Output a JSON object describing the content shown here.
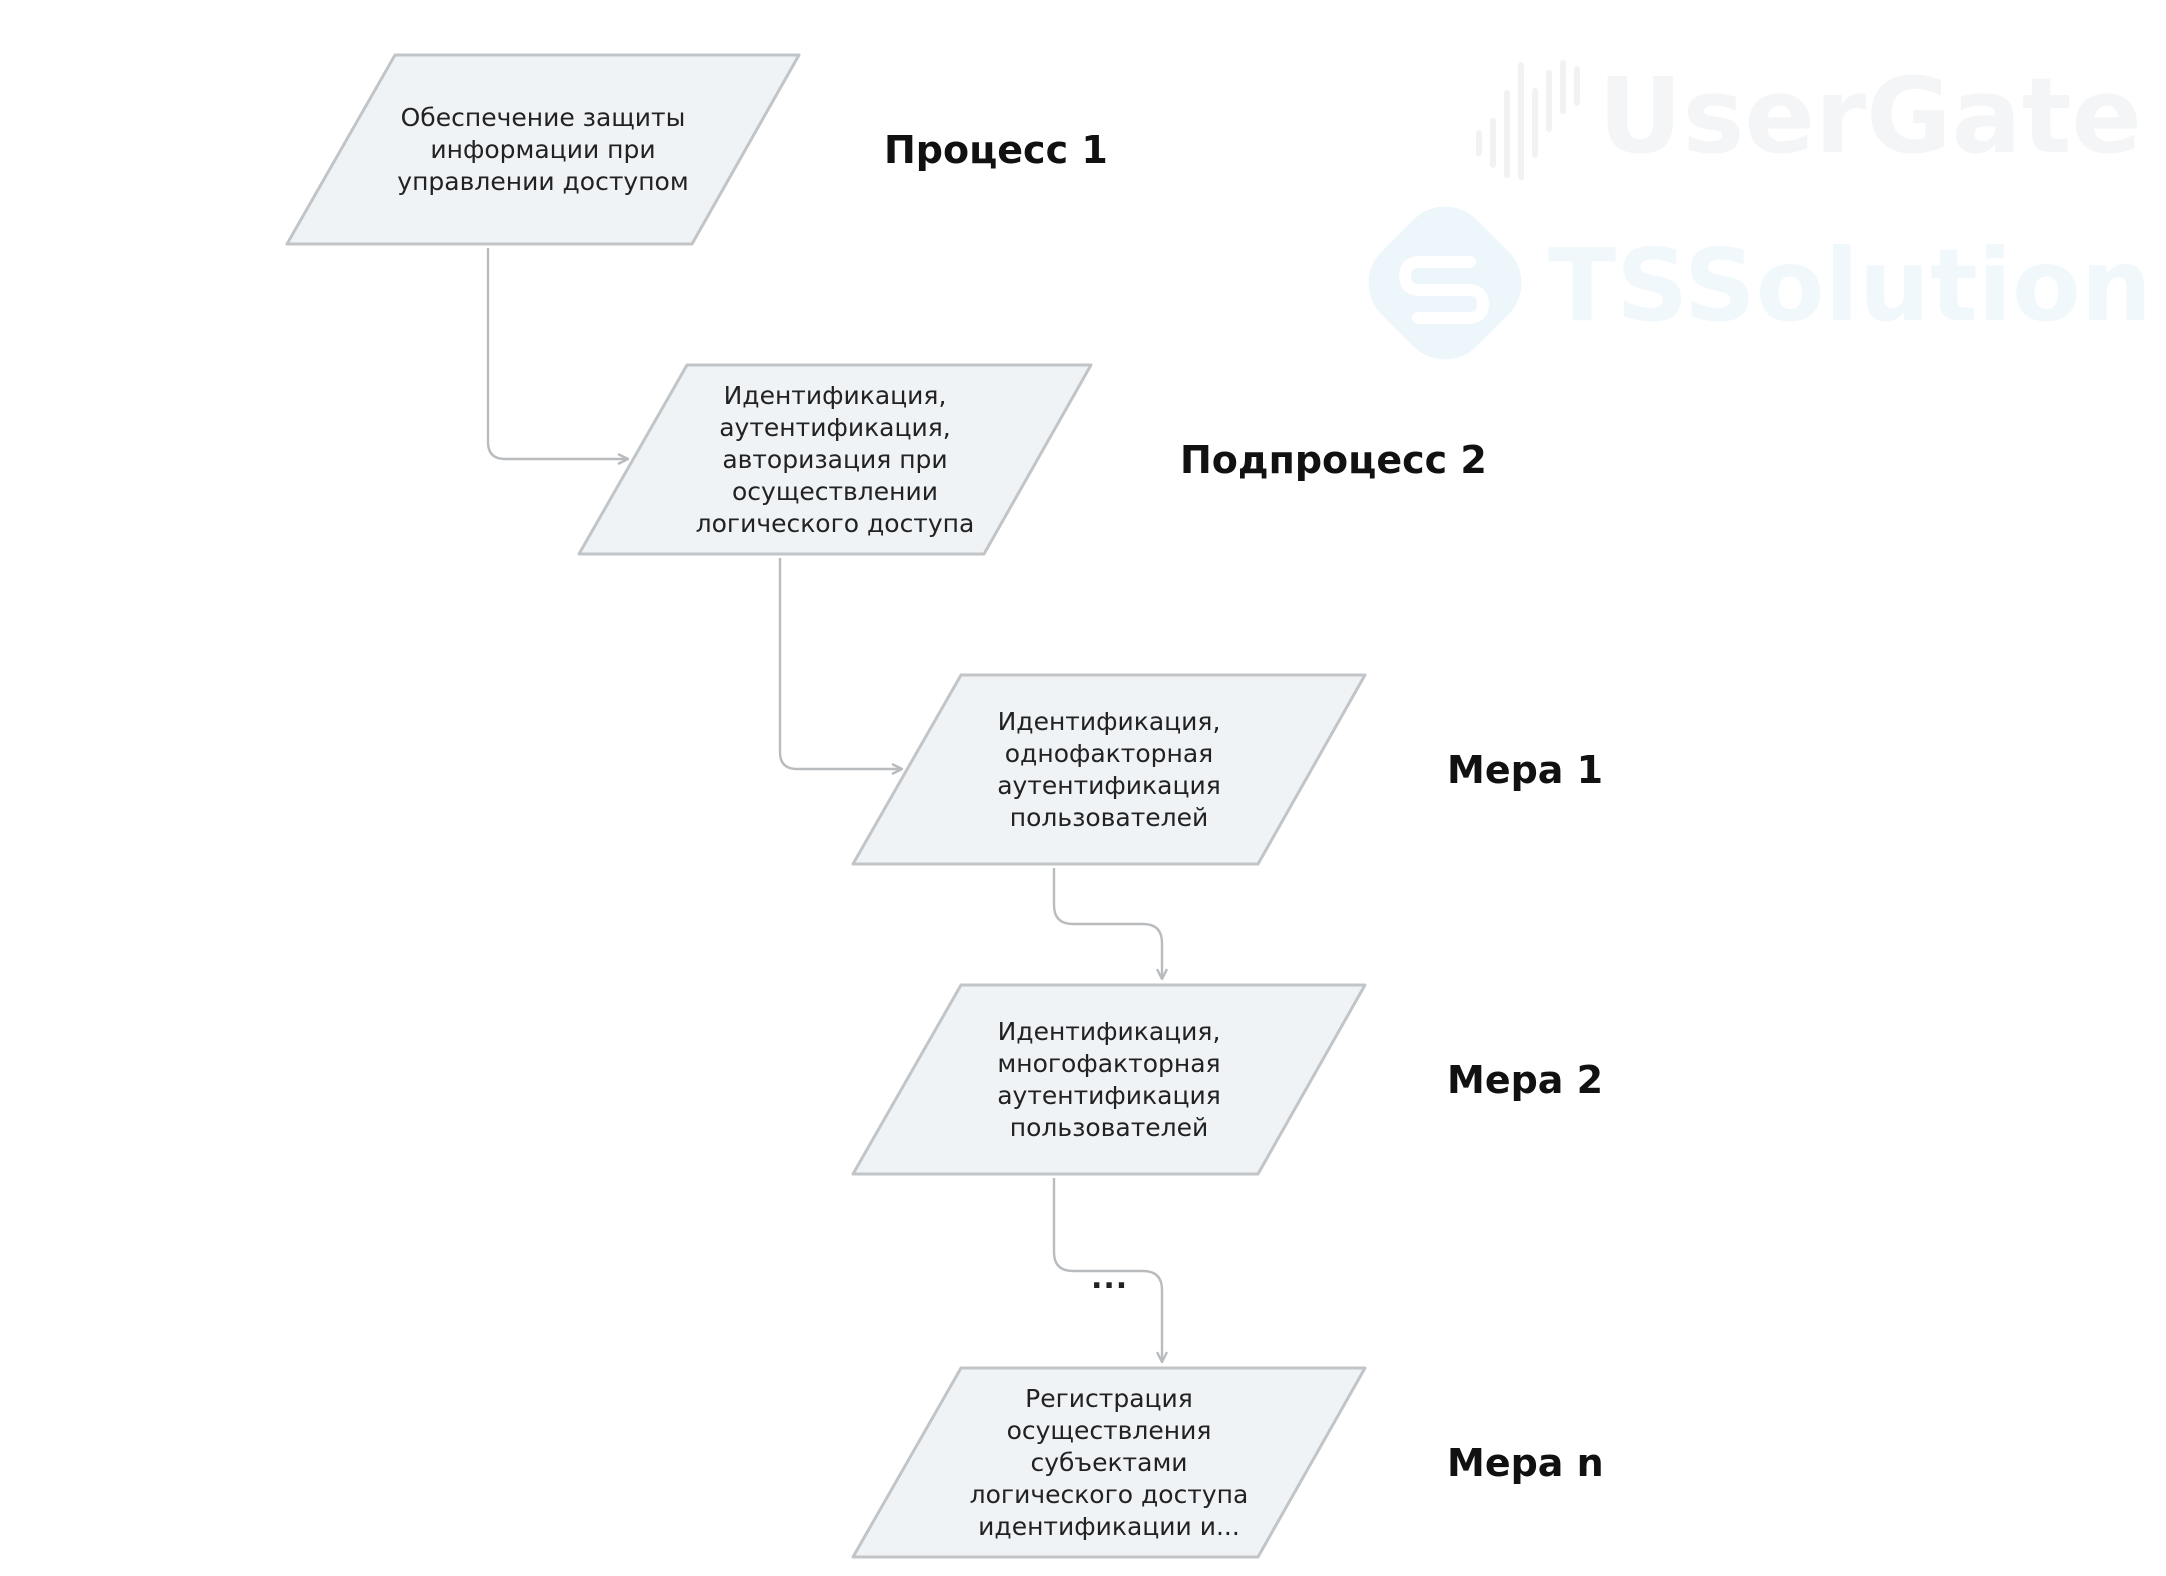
{
  "colors": {
    "node_fill": "#eff3f6",
    "node_stroke": "#c2c5c8",
    "connector": "#b9bcbf",
    "watermark_gray": "#eceeef",
    "watermark_blue": "#e4f3fa"
  },
  "nodes": [
    {
      "id": "process-1",
      "text": "Обеспечение защиты\nинформации при\nуправлении доступом",
      "level_label": "Процесс 1"
    },
    {
      "id": "subprocess-2",
      "text": "Идентификация,\nаутентификация,\nавторизация при\nосуществлении\nлогического доступа",
      "level_label": "Подпроцесс 2"
    },
    {
      "id": "measure-1",
      "text": "Идентификация,\nоднофакторная\nаутентификация\nпользователей",
      "level_label": "Мера 1"
    },
    {
      "id": "measure-2",
      "text": "Идентификация,\nмногофакторная\nаутентификация\nпользователей",
      "level_label": "Мера 2"
    },
    {
      "id": "measure-n",
      "text": "Регистрация\nосуществления\nсубъектами\nлогического доступа\nидентификации и...",
      "level_label": "Мера n"
    }
  ],
  "ellipsis": "...",
  "watermarks": {
    "usergate": "UserGate",
    "tssolution": "TSSolution",
    "tssolution_icon": "tssolution-logo-icon",
    "usergate_icon": "usergate-logo-icon"
  }
}
